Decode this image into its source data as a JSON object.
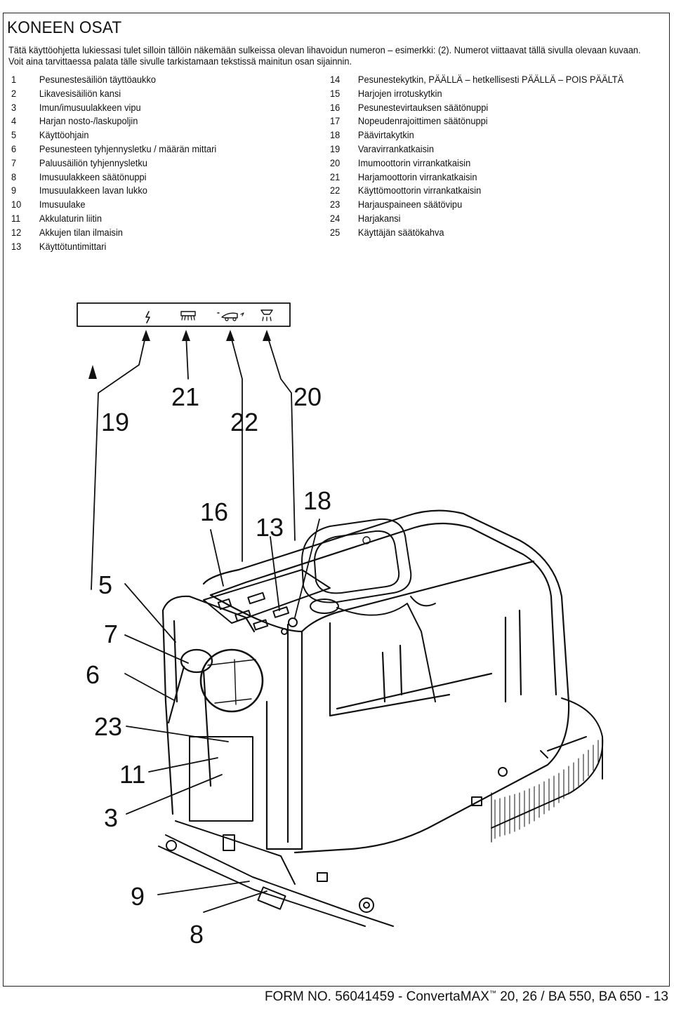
{
  "page": {
    "title": "KONEEN OSAT",
    "intro": [
      "Tätä käyttöohjetta lukiessasi tulet silloin tällöin näkemään sulkeissa olevan lihavoidun numeron – esimerkki: (2). Numerot viittaavat tällä sivulla olevaan kuvaan.",
      "Voit aina tarvittaessa palata tälle sivulle tarkistamaan tekstissä mainitun osan sijainnin."
    ]
  },
  "parts_left": [
    {
      "num": "1",
      "label": "Pesunestesäiliön täyttöaukko"
    },
    {
      "num": "2",
      "label": "Likavesisäiliön kansi"
    },
    {
      "num": "3",
      "label": "Imun/imusuulakkeen vipu"
    },
    {
      "num": "4",
      "label": "Harjan nosto-/laskupoljin"
    },
    {
      "num": "5",
      "label": "Käyttöohjain"
    },
    {
      "num": "6",
      "label": "Pesunesteen tyhjennysletku / määrän mittari"
    },
    {
      "num": "7",
      "label": "Paluusäiliön tyhjennysletku"
    },
    {
      "num": "8",
      "label": "Imusuulakkeen säätönuppi"
    },
    {
      "num": "9",
      "label": "Imusuulakkeen lavan lukko"
    },
    {
      "num": "10",
      "label": "Imusuulake"
    },
    {
      "num": "11",
      "label": "Akkulaturin liitin"
    },
    {
      "num": "12",
      "label": "Akkujen tilan ilmaisin"
    },
    {
      "num": "13",
      "label": "Käyttötuntimittari"
    }
  ],
  "parts_right": [
    {
      "num": "14",
      "label": "Pesunestekytkin, PÄÄLLÄ – hetkellisesti PÄÄLLÄ – POIS PÄÄLTÄ"
    },
    {
      "num": "15",
      "label": "Harjojen irrotuskytkin"
    },
    {
      "num": "16",
      "label": "Pesunestevirtauksen säätönuppi"
    },
    {
      "num": "17",
      "label": "Nopeudenrajoittimen säätönuppi"
    },
    {
      "num": "18",
      "label": "Päävirtakytkin"
    },
    {
      "num": "19",
      "label": "Varavirrankatkaisin"
    },
    {
      "num": "20",
      "label": "Imumoottorin virrankatkaisin"
    },
    {
      "num": "21",
      "label": "Harjamoottorin virrankatkaisin"
    },
    {
      "num": "22",
      "label": "Käyttömoottorin virrankatkaisin"
    },
    {
      "num": "23",
      "label": "Harjauspaineen säätövipu"
    },
    {
      "num": "24",
      "label": "Harjakansi"
    },
    {
      "num": "25",
      "label": "Käyttäjän säätökahva"
    }
  ],
  "callouts": {
    "c19": "19",
    "c21": "21",
    "c22": "22",
    "c20": "20",
    "c16": "16",
    "c13": "13",
    "c18": "18",
    "c5": "5",
    "c7": "7",
    "c6": "6",
    "c23": "23",
    "c11": "11",
    "c3": "3",
    "c9": "9",
    "c8": "8"
  },
  "icons": [
    "lightning-icon",
    "brush-icon",
    "drive-motor-icon",
    "vacuum-icon"
  ],
  "footer": {
    "prefix": "FORM NO. 56041459 - ConvertaMAX",
    "tm": "™",
    "suffix": " 20, 26 / BA 550, BA 650 - 13"
  }
}
